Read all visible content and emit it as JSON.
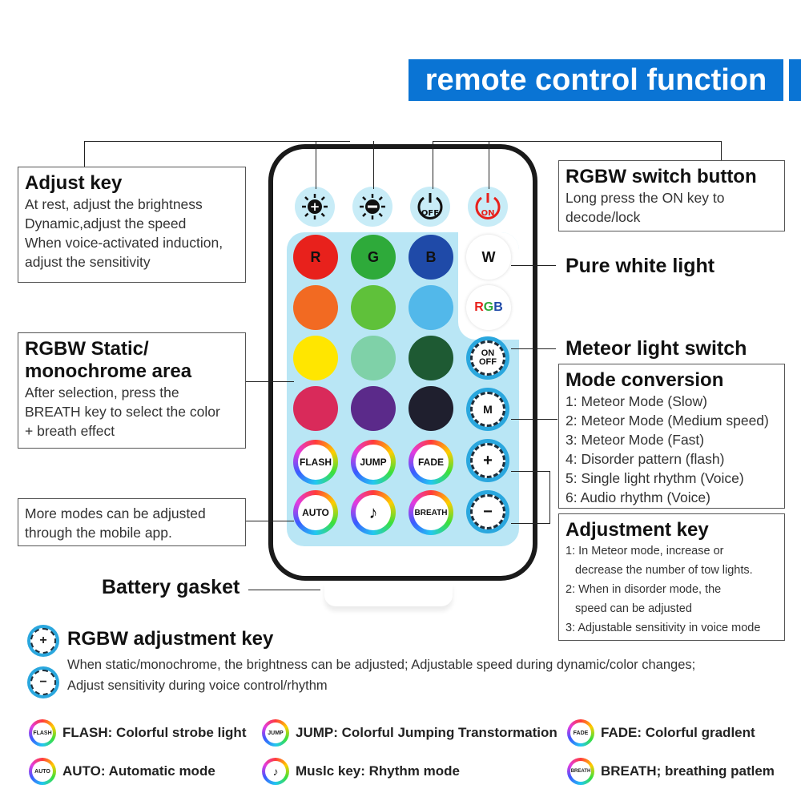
{
  "title": "remote control function",
  "remote": {
    "top_buttons": [
      {
        "label": "+",
        "icon": "brightness-up-icon"
      },
      {
        "label": "−",
        "icon": "brightness-down-icon"
      },
      {
        "label": "OFF",
        "icon": "power-off-icon"
      },
      {
        "label": "ON",
        "icon": "power-on-icon"
      }
    ],
    "color_buttons": [
      {
        "label": "R",
        "color": "#e8211c"
      },
      {
        "label": "G",
        "color": "#2eaa3a"
      },
      {
        "label": "B",
        "color": "#1f4aa8"
      },
      {
        "label": "",
        "color": "#f26a22"
      },
      {
        "label": "",
        "color": "#5fc13a"
      },
      {
        "label": "",
        "color": "#52b8ea"
      },
      {
        "label": "",
        "color": "#ffe600"
      },
      {
        "label": "",
        "color": "#7fd1a8"
      },
      {
        "label": "",
        "color": "#1e5a33"
      },
      {
        "label": "",
        "color": "#d92a5a"
      },
      {
        "label": "",
        "color": "#5b2a8a"
      },
      {
        "label": "",
        "color": "#1f1f2e"
      }
    ],
    "w_label": "W",
    "rgb_label": "RGB",
    "side_buttons": [
      "ON OFF",
      "M",
      "+",
      "−"
    ],
    "mode_buttons": [
      "FLASH",
      "JUMP",
      "FADE",
      "AUTO",
      "♪",
      "BREATH"
    ]
  },
  "adjust_key": {
    "title": "Adjust key",
    "lines": [
      "At rest, adjust the brightness",
      "Dynamic,adjust the speed",
      "When voice-activated induction,",
      "adjust the sensitivity"
    ]
  },
  "rgbw_switch": {
    "title": "RGBW switch button",
    "lines": [
      "Long press the ON key to",
      "decode/lock"
    ]
  },
  "pure_white": "Pure white light",
  "meteor_switch": "Meteor light switch",
  "static_area": {
    "title_1": "RGBW Static/",
    "title_2": "monochrome area",
    "lines": [
      "After selection, press the",
      "BREATH key to select the color",
      "+ breath effect"
    ]
  },
  "mode_conversion": {
    "title": "Mode conversion",
    "lines": [
      "1: Meteor Mode (Slow)",
      "2: Meteor Mode (Medium speed)",
      "3: Meteor Mode (Fast)",
      "4: Disorder pattern (flash)",
      "5: Single light rhythm (Voice)",
      "6: Audio rhythm (Voice)"
    ]
  },
  "more_modes": {
    "lines": [
      "More modes can be adjusted",
      "through the mobile app."
    ]
  },
  "adjustment_key": {
    "title": "Adjustment key",
    "lines": [
      "1: In Meteor mode, increase or",
      "   decrease the number of tow lights.",
      "2: When in disorder mode, the",
      "   speed can be adjusted",
      "3: Adjustable sensitivity in voice mode"
    ]
  },
  "battery_gasket": "Battery gasket",
  "rgbw_adjust": {
    "title": "RGBW adjustment key",
    "line1": "When static/monochrome, the brightness can be adjusted;   Adjustable speed during dynamic/color changes;",
    "line2": "Adjust sensitivity during voice control/rhythm"
  },
  "legend": [
    {
      "icon": "FLASH",
      "text": "FLASH: Colorful strobe light"
    },
    {
      "icon": "JUMP",
      "text": "JUMP: Colorful Jumping Transtormation"
    },
    {
      "icon": "FADE",
      "text": "FADE: Colorful gradlent"
    },
    {
      "icon": "AUTO",
      "text": "AUTO: Automatic mode"
    },
    {
      "icon": "♪",
      "text": "Muslc key: Rhythm mode"
    },
    {
      "icon": "BREATH",
      "text": "BREATH; breathing patlem"
    }
  ]
}
